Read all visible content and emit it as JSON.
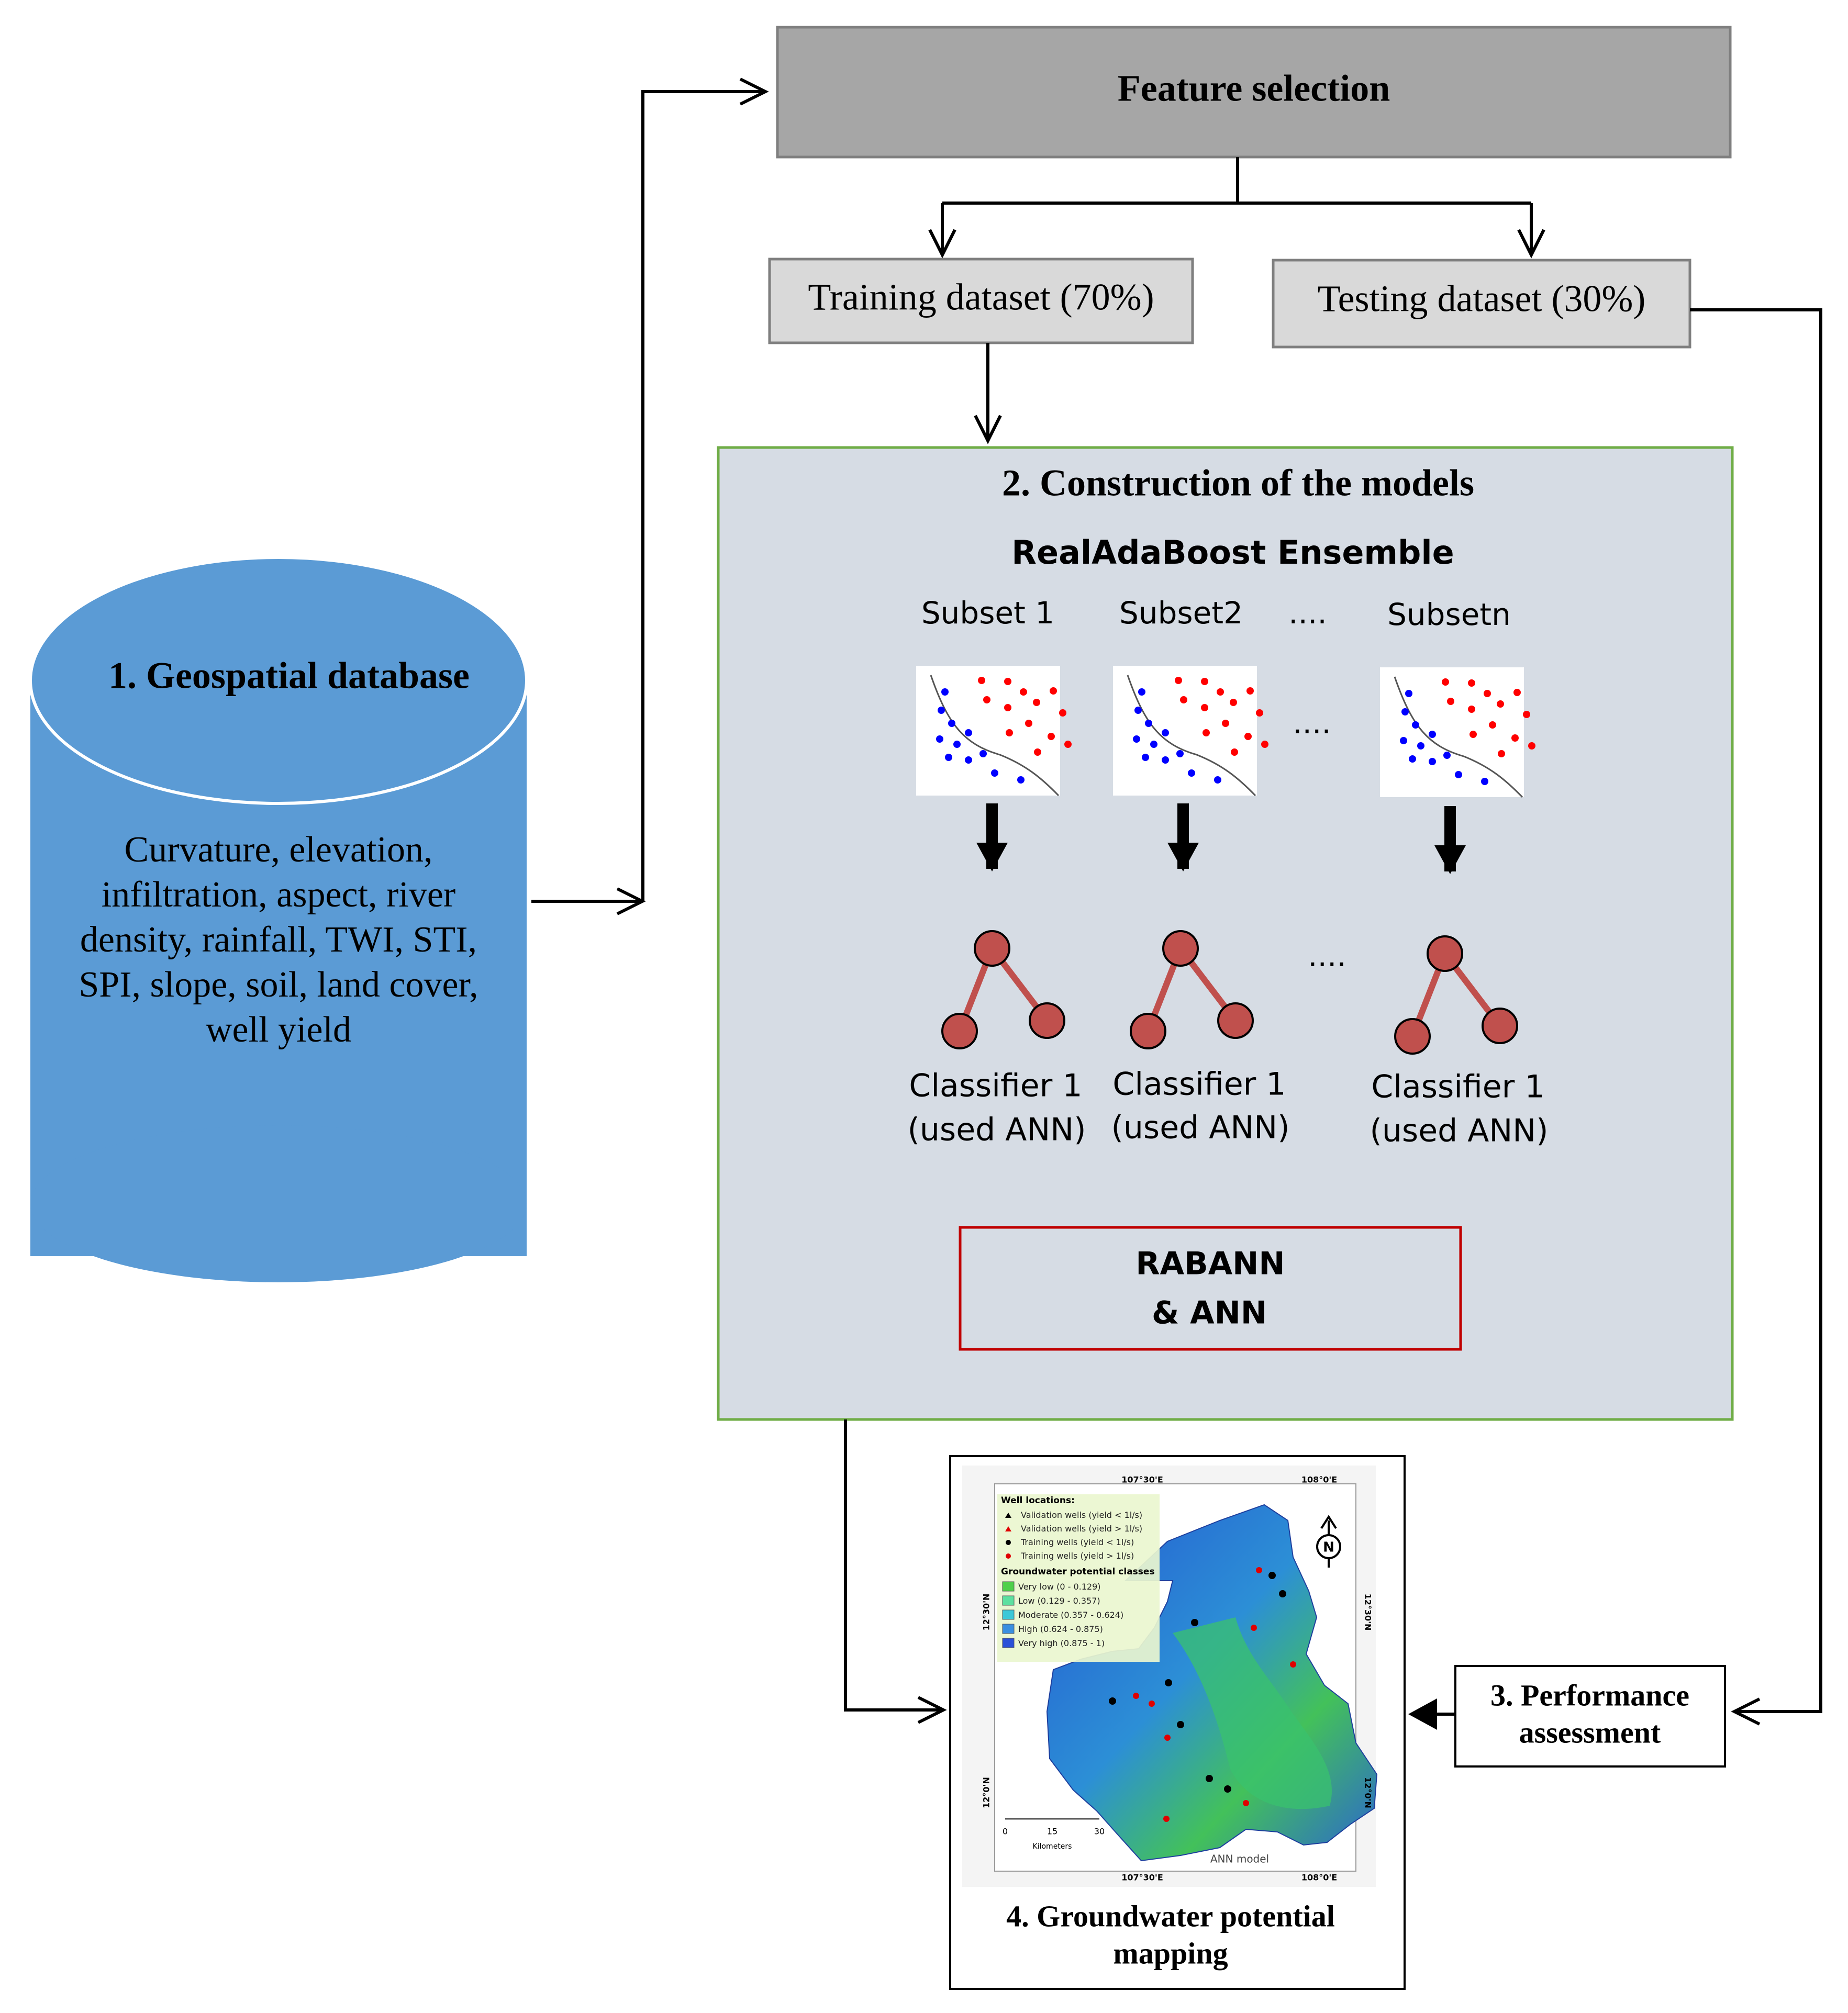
{
  "geo_db": {
    "title": "1. Geospatial database",
    "lines": [
      "Curvature, elevation,",
      "infiltration, aspect, river",
      "density, rainfall, TWI, STI,",
      "SPI, slope, soil, land cover,",
      "well yield"
    ]
  },
  "feature_selection": {
    "label": "Feature selection"
  },
  "training": {
    "label": "Training dataset (70%)"
  },
  "testing": {
    "label": "Testing dataset (30%)"
  },
  "models": {
    "title": "2. Construction of the models",
    "ensemble": "RealAdaBoost Ensemble",
    "subsets": [
      "Subset 1",
      "Subset2",
      "Subsetn"
    ],
    "ellipsis": "....",
    "classifier_name": "Classifier 1",
    "classifier_note": "(used ANN)",
    "result_line1": "RABANN",
    "result_line2": "& ANN"
  },
  "performance": {
    "line1": "3. Performance",
    "line2": "assessment"
  },
  "mapping": {
    "line1": "4. Groundwater potential",
    "line2": "mapping",
    "map": {
      "top_lon": [
        "107°30'E",
        "108°0'E"
      ],
      "bottom_lon": [
        "107°30'E",
        "108°0'E"
      ],
      "lat": [
        "12°30'N",
        "12°0'N"
      ],
      "legend_title_wells": "Well locations:",
      "wells": [
        "Validation wells (yield < 1l/s)",
        "Validation wells (yield > 1l/s)",
        "Training wells (yield < 1l/s)",
        "Training wells (yield > 1l/s)"
      ],
      "legend_title_classes": "Groundwater potential classes",
      "classes": [
        {
          "label": "Very low (0 - 0.129)",
          "color": "#4fd04a"
        },
        {
          "label": "Low (0.129 - 0.357)",
          "color": "#5ee0a0"
        },
        {
          "label": "Moderate (0.357 - 0.624)",
          "color": "#3cc8d8"
        },
        {
          "label": "High (0.624 - 0.875)",
          "color": "#3a8fe0"
        },
        {
          "label": "Very high (0.875 - 1)",
          "color": "#2a50d8"
        }
      ],
      "scale_ticks": [
        "0",
        "15",
        "30"
      ],
      "scale_unit": "Kilometers",
      "north": "N",
      "model_name": "ANN model"
    }
  },
  "colors": {
    "cylinder": "#5b9bd5",
    "feature_box": "#a6a6a6",
    "dataset_box": "#d9d9d9",
    "models_bg": "#d6dce4",
    "models_border": "#70ad47",
    "result_border": "#c00000",
    "node_fill": "#c0504d",
    "red_point": "#ff0000",
    "blue_point": "#0000ff"
  }
}
